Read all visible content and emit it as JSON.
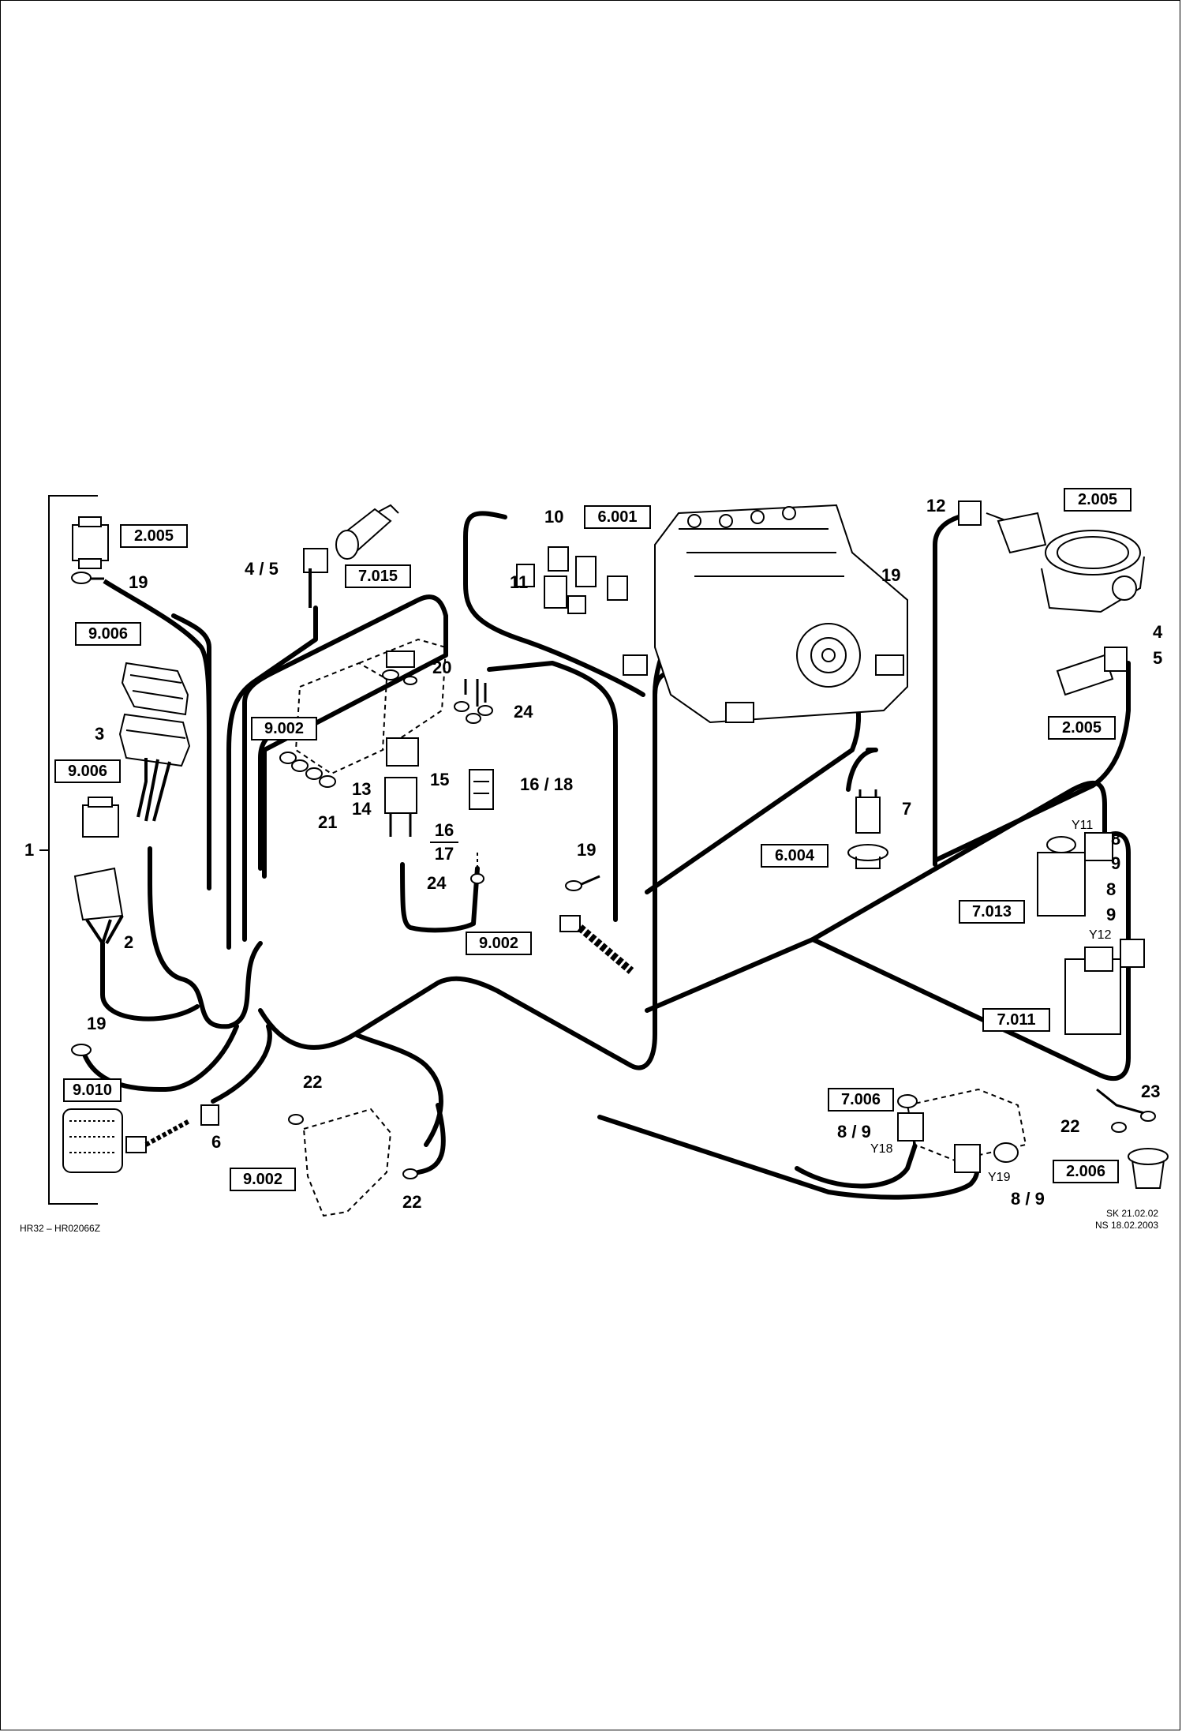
{
  "footer": {
    "drawing_id": "HR32 – HR02066Z",
    "rev_1": "SK 21.02.02",
    "rev_2": "NS 18.02.2003"
  },
  "refs": {
    "r2005_a": "2.005",
    "r2005_b": "2.005",
    "r2005_c": "2.005",
    "r2006": "2.006",
    "r6001": "6.001",
    "r6004": "6.004",
    "r7006": "7.006",
    "r7011": "7.011",
    "r7013": "7.013",
    "r7015": "7.015",
    "r9002_a": "9.002",
    "r9002_b": "9.002",
    "r9002_c": "9.002",
    "r9006_a": "9.006",
    "r9006_b": "9.006",
    "r9010": "9.010"
  },
  "items": {
    "i1": "1",
    "i2": "2",
    "i3": "3",
    "i4_5_left": "4 / 5",
    "i4_right": "4",
    "i5_right": "5",
    "i6": "6",
    "i7": "7",
    "i8_a": "8",
    "i9_a": "9",
    "i8_b": "8",
    "i9_b": "9",
    "i8_9_y18": "8 / 9",
    "i8_9_y19": "8 / 9",
    "i10": "10",
    "i11": "11",
    "i12": "12",
    "i13": "13",
    "i14": "14",
    "i15": "15",
    "i16": "16",
    "i17": "17",
    "i16_18": "16 / 18",
    "i19_a": "19",
    "i19_b": "19",
    "i19_c": "19",
    "i19_d": "19",
    "i20": "20",
    "i21": "21",
    "i22_a": "22",
    "i22_b": "22",
    "i22_c": "22",
    "i23": "23",
    "i24_a": "24",
    "i24_b": "24"
  },
  "valves": {
    "y11": "Y11",
    "y12": "Y12",
    "y18": "Y18",
    "y19": "Y19"
  }
}
